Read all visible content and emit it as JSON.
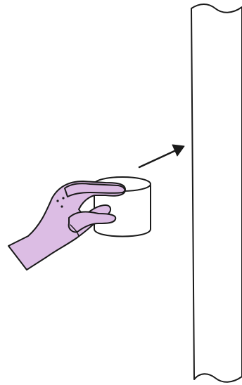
{
  "colors": {
    "background": "#ffffff",
    "outline": "#1a1a1a",
    "glove": "#dcbde4",
    "cylinder": "#ffffff",
    "surface": "#ffffff"
  },
  "elements": {
    "hand": "gloved-hand",
    "object": "cylinder",
    "arrow": "arrow-right-up",
    "surface": "vertical-surface"
  }
}
